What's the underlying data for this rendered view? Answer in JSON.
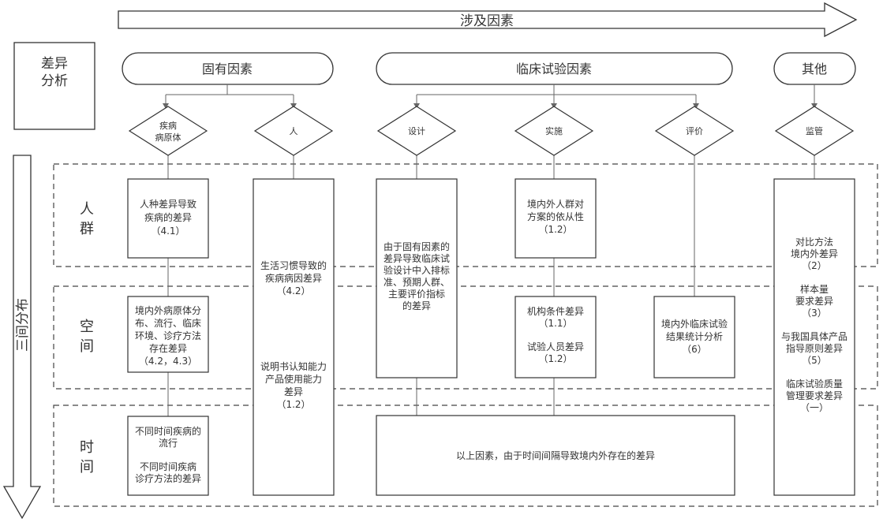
{
  "top_arrow": "涉及因素",
  "left_arrow": "三间分布",
  "diff_box": [
    "差异",
    "分析"
  ],
  "categories": [
    "固有因素",
    "临床试验因素",
    "其他"
  ],
  "diamonds": [
    [
      "疾病",
      "病原体"
    ],
    [
      "人"
    ],
    [
      "设计"
    ],
    [
      "实施"
    ],
    [
      "评价"
    ],
    [
      "监管"
    ]
  ],
  "row_labels": [
    [
      "人",
      "群"
    ],
    [
      "空",
      "间"
    ],
    [
      "时",
      "间"
    ]
  ],
  "boxes": {
    "race_disease": [
      "人种差异导致",
      "疾病的差异",
      "（4.1）"
    ],
    "pathogen_space": [
      "境内外病原体分",
      "布、流行、临床",
      "环境、诊疗方法",
      "存在差异",
      "（4.2，4.3）"
    ],
    "time_disease": [
      "不同时间疾病的",
      "流行",
      "",
      "不同时间疾病",
      "诊疗方法的差异"
    ],
    "people": [
      "生活习惯导致的",
      "疾病病因差异",
      "（4.2）",
      "",
      "",
      "",
      "",
      "",
      "说明书认知能力",
      "产品使用能力",
      "差异",
      "（1.2）"
    ],
    "design": [
      "由于固有因素的",
      "差异导致临床试",
      "验设计中入排标",
      "准、预期人群、",
      "主要评价指标",
      "的差异"
    ],
    "compliance": [
      "境内外人群对",
      "方案的依从性",
      "（1.2）"
    ],
    "institution": [
      "机构条件差异",
      "（1.1）",
      "",
      "试验人员差异",
      "（1.2）"
    ],
    "evaluation": [
      "境内外临床试验",
      "结果统计分析",
      "（6）"
    ],
    "time_factors": [
      "以上因素，由于时间间隔导致境内外存在的差异"
    ],
    "regulatory": [
      "对比方法",
      "境内外差异",
      "（2）",
      "",
      "样本量",
      "要求差异",
      "（3）",
      "",
      "与我国具体产品",
      "指导原则差异",
      "（5）",
      "",
      "临床试验质量",
      "管理要求差异",
      "（一）"
    ]
  }
}
